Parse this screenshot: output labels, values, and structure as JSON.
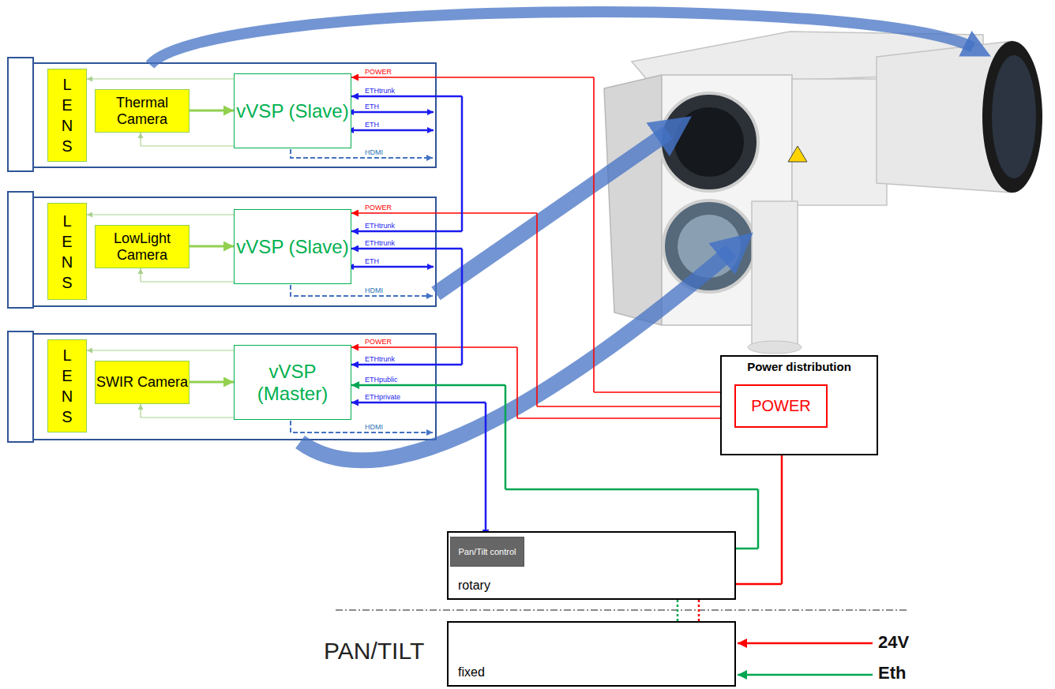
{
  "diagram": {
    "nodes": [
      {
        "text": [
          "L E N S"
        ]
      },
      {
        "text": [
          "Thermal Camera"
        ]
      },
      {
        "text": [
          "vVSP (Slave)"
        ]
      },
      {
        "text": [
          "L E N S"
        ]
      },
      {
        "text": [
          "LowLight Camera"
        ]
      },
      {
        "text": [
          "vVSP (Slave)"
        ]
      },
      {
        "text": [
          "L E N S"
        ]
      },
      {
        "text": [
          "SWIR Camera"
        ]
      },
      {
        "text": [
          "vVSP (Master)"
        ]
      },
      {
        "text": [
          "Power distribution"
        ]
      },
      {
        "text": [
          "POWER"
        ],
        "in": 9
      },
      {
        "text": [
          "rotary"
        ]
      },
      {
        "text": [
          "Pan/Tilt control"
        ],
        "in": 11
      },
      {
        "text": [
          "fixed"
        ]
      }
    ],
    "edges": [
      {
        "from": 1,
        "to": 2,
        "arrow": "to"
      },
      {
        "from": 2,
        "to": 0,
        "arrow": "to"
      },
      {
        "from": 2,
        "to": 1,
        "arrow": "to"
      },
      {
        "from": 4,
        "to": 5,
        "arrow": "to"
      },
      {
        "from": 5,
        "to": 3,
        "arrow": "to"
      },
      {
        "from": 5,
        "to": 4,
        "arrow": "to"
      },
      {
        "from": 7,
        "to": 8,
        "arrow": "to"
      },
      {
        "from": 8,
        "to": 6,
        "arrow": "to"
      },
      {
        "from": 8,
        "to": 7,
        "arrow": "to"
      },
      {
        "from": 10,
        "to": 2,
        "arrow": "to"
      },
      {
        "from": 10,
        "to": 5,
        "arrow": "to"
      },
      {
        "from": 10,
        "to": 8,
        "arrow": "to"
      },
      {
        "from": 2,
        "to": 5,
        "arrow": "both"
      },
      {
        "from": 5,
        "to": 8,
        "arrow": "both"
      },
      {
        "from": 13,
        "to": 8,
        "arrow": "to"
      },
      {
        "from": 8,
        "to": 12,
        "arrow": "both"
      },
      {
        "from": 13,
        "to": 10,
        "arrow": "to"
      }
    ],
    "labels": [
      "POWER",
      "ETHtrunk",
      "ETH",
      "ETH",
      "HDMI",
      "POWER",
      "ETHtrunk",
      "ETHtrunk",
      "ETH",
      "HDMI",
      "POWER",
      "ETHtrunk",
      "ETHpublic",
      "ETHprivate",
      "HDMI",
      "PAN/TILT",
      "24V",
      "Eth"
    ]
  }
}
